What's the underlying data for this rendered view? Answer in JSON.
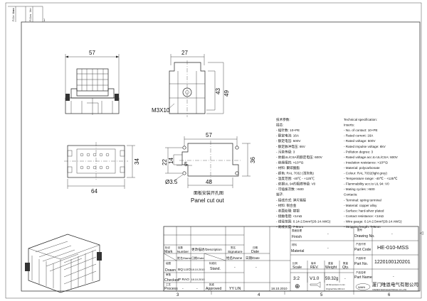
{
  "corner": {
    "file_name": "File Name",
    "file_ver": "Files Ver",
    "zone": "1"
  },
  "front_view": {
    "width": "57"
  },
  "side_view": {
    "width": "27",
    "height_inner": "43",
    "height_outer": "49",
    "screw": "M3X10"
  },
  "top_view": {
    "width": "64",
    "depth": "34"
  },
  "panel_cutout": {
    "top": "57",
    "bottom": "48",
    "height": "36",
    "left_outer": "22",
    "left_inner": "14",
    "slot": "5",
    "hole": "Ø3.5",
    "title_cn": "面板安装开孔图",
    "title_en": "Panel cut out"
  },
  "spec_cn": [
    "技术参数:",
    "插芯:",
    "- 插针数: 10+PE",
    "- 额定电流: 16A",
    "- 额定电压: 500V",
    "- 额定脉冲电压: 6kV",
    "- 污染等级: 3",
    "- 依据UL/CSA的额定电压: 600V",
    "- 绝缘阻抗: >10¹⁰Ω",
    "- 材料: 聚碳酸酯",
    "- 颜色: RAL 7032 (浅灰色)",
    "- 温度范围: -40℃ - +125℃",
    "- 依据UL 94的阻燃等级: V0",
    "- 可插拔次数: >500",
    "端子:",
    "- 接线方式: 弹片端接",
    "- 材料: 铜合金",
    "- 表面处理: 镀银",
    "- 接触电阻: <1mΩ",
    "- 线径范围: 0.14-2.5mm²(26-14 AWG)",
    "- 剥线长度: 7-9mm"
  ],
  "spec_en": [
    "Technical specification:",
    "Inserts:",
    "- No. of contact: 10+PE",
    "- Rated current: 16A",
    "- Rated voltage: 500V",
    "- Rated impulse voltage: 6kV",
    "- Pollution degree: 3",
    "- Rated voltage acc.to UL/CSA: 600V",
    "- Insulation resistance: >10¹⁰Ω",
    "- Material: polycarbonate",
    "- Colour: RAL 7032(light grey)",
    "- Temperature range: -40℃ - +125℃",
    "- Flammability acc.to UL 94: V0",
    "- Mating cycles: >500",
    "Contacts:",
    "- Terminal: spring terminal",
    "- Material: copper alloy",
    "- Surface: hard-silver plated",
    "- Contact resistance: <1mΩ",
    "- Wire gauge: 0.14-2.5mm²(26-14 AWG)",
    "- Stripping length: 7-9mm"
  ],
  "title_block": {
    "mark_cn": "标记",
    "mark": "Mark",
    "number_cn": "处数",
    "number": "Number",
    "description": "更改描述/Description",
    "signature_cn": "签名",
    "signature": "Signature",
    "date_cn": "日期",
    "date": "Date",
    "name_hdr": "姓名/Name",
    "date_hdr": "日期/Date",
    "drawn_cn": "绘图",
    "drawn": "Drawn",
    "drawn_name": "BQ LUO",
    "drawn_date": "18.10.2010",
    "checked_cn": "审核",
    "checked": "Checked",
    "checked_name": "P RAO",
    "checked_date": "18.10.2010",
    "process_cn": "工艺",
    "process": "Process",
    "process_name": "-",
    "process_date": "-",
    "stand_cn": "标准化",
    "stand": "Stand.",
    "stand_name": "-",
    "stand_date": "-",
    "approved_cn": "批准",
    "approved": "Approved",
    "approved_name": "YY LIN",
    "approved_date": "18.10.2010",
    "finish_cn": "表面处理",
    "finish": "Finish",
    "finish_val": "-",
    "material_cn": "材料",
    "material": "Material",
    "material_val": "-",
    "scale_cn": "比例",
    "scale": "Scale",
    "scale_val": "3:2",
    "rev_cn": "版本",
    "rev": "REV.",
    "rev_val": "V1.0",
    "weight_cn": "重量",
    "weight": "Weight",
    "weight_val": "59.32g",
    "qty_cn": "数量",
    "qty": "Qty.",
    "qty_val": "-",
    "dims_note": "All Dimensions in mm",
    "size_note": "Original Size DIN A 4",
    "drawing_no_cn": "图号",
    "drawing_no": "Drawing No.",
    "drawing_no_val": "-",
    "part_code_cn": "产品代号",
    "part_code": "Part Code",
    "part_code_val": "HE-010-MSS",
    "part_no_cn": "产品料号",
    "part_no": "Part No.",
    "part_no_val": "1220100120201",
    "part_name_cn": "产品名称",
    "part_name": "Part Name",
    "part_name_val": "-",
    "company_cn": "厦门唯恩电气有限公司",
    "company_en": "XIAMEN WAIN ELECTRICAL CO.,LTD",
    "logo": "WAIN"
  },
  "zones": [
    "3",
    "4",
    "5",
    "6"
  ]
}
